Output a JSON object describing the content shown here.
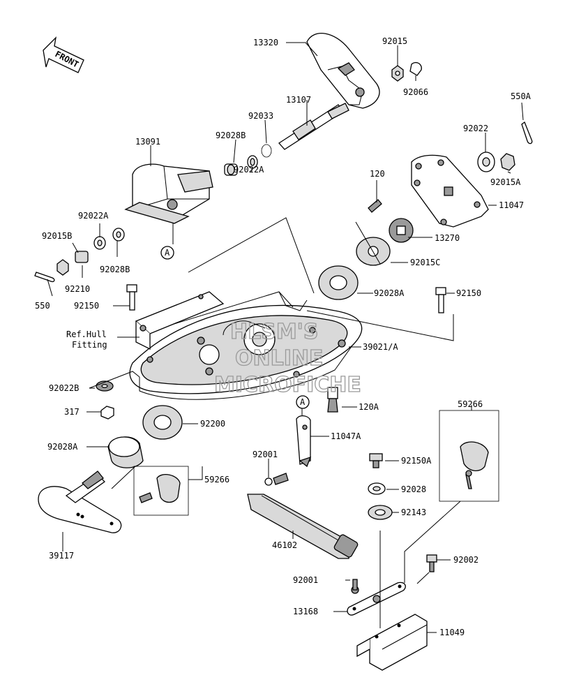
{
  "direction_marker": "FRONT",
  "reference_marker": "A",
  "watermark": [
    "HLSM'S",
    "ONLINE",
    "MICROFICHE"
  ],
  "hull_note": [
    "Ref.Hull",
    "Fitting"
  ],
  "part_labels": [
    "13320",
    "92015",
    "92066",
    "550A",
    "13107",
    "92033",
    "92028B",
    "92022A",
    "13091",
    "92022",
    "92015A",
    "120",
    "11047",
    "13270",
    "92015C",
    "92022A",
    "92015B",
    "92210",
    "550",
    "92028B",
    "92150",
    "92028A",
    "92150",
    "39021/A",
    "92022B",
    "317",
    "120A",
    "11047A",
    "92200",
    "92028A",
    "92001",
    "59266",
    "59266",
    "92150A",
    "92028",
    "92143",
    "39117",
    "46102",
    "92002",
    "92001",
    "13168",
    "11049"
  ]
}
